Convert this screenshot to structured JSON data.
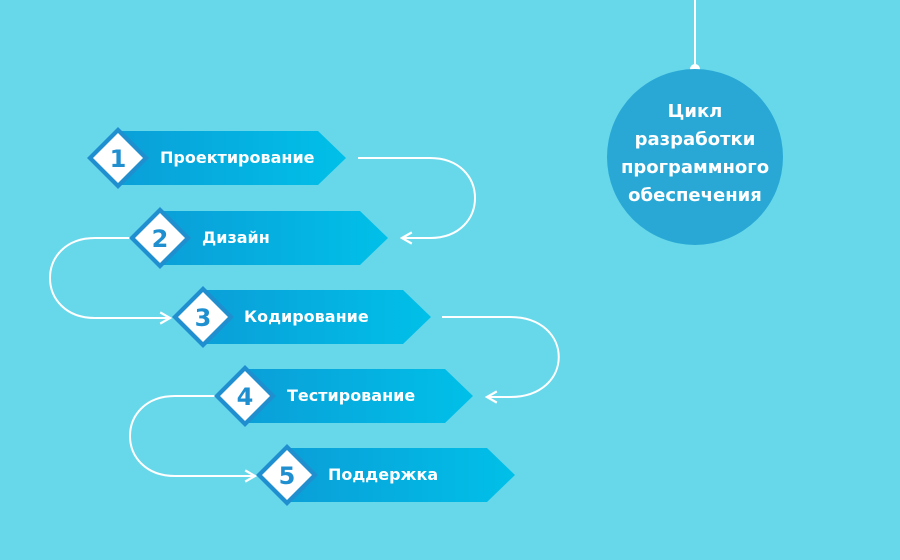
{
  "title": {
    "lines": [
      "Цикл",
      "разработки",
      "программного",
      "обеспечения"
    ]
  },
  "steps": [
    {
      "number": "1",
      "label": "Проектирование"
    },
    {
      "number": "2",
      "label": "Дизайн"
    },
    {
      "number": "3",
      "label": "Кодирование"
    },
    {
      "number": "4",
      "label": "Тестирование"
    },
    {
      "number": "5",
      "label": "Поддержка"
    }
  ],
  "colors": {
    "background": "#66d8ea",
    "banner_light": "#00c0e8",
    "banner_dark": "#0a9fd8",
    "number_text": "#1f8fcf",
    "title_circle": "#29a8d6",
    "connector": "#ffffff"
  }
}
